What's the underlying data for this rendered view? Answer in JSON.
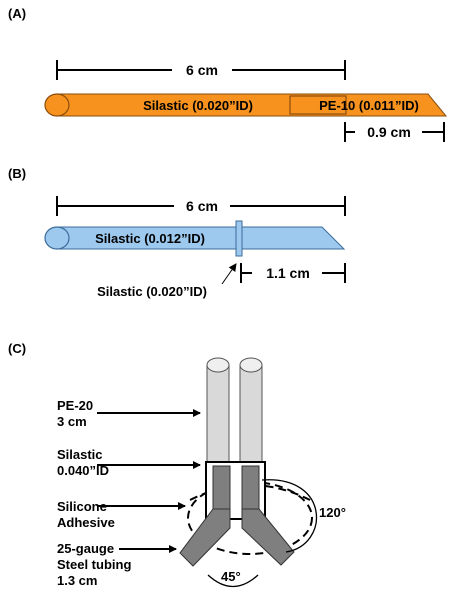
{
  "panels": {
    "a": {
      "label": "(A)",
      "length_label": "6 cm",
      "tube_label": "Silastic (0.020”ID)",
      "insert_label": "PE-10 (0.011”ID)",
      "insert_length_label": "0.9 cm",
      "tube_color": "#f7921e"
    },
    "b": {
      "label": "(B)",
      "length_label": "6 cm",
      "tube_label": "Silastic (0.012”ID)",
      "sleeve_label": "Silastic (0.020”ID)",
      "tip_length_label": "1.1 cm",
      "tube_color": "#9dc9ef"
    },
    "c": {
      "label": "(C)",
      "pe20_label": [
        "PE-20",
        "3 cm"
      ],
      "silastic_label": [
        "Silastic",
        "0.040”ID"
      ],
      "adhesive_label": [
        "Silicone",
        "Adhesive"
      ],
      "steel_label": [
        "25-gauge",
        "Steel tubing",
        "1.3 cm"
      ],
      "angle_wide_label": "120°",
      "angle_narrow_label": "45°"
    }
  }
}
